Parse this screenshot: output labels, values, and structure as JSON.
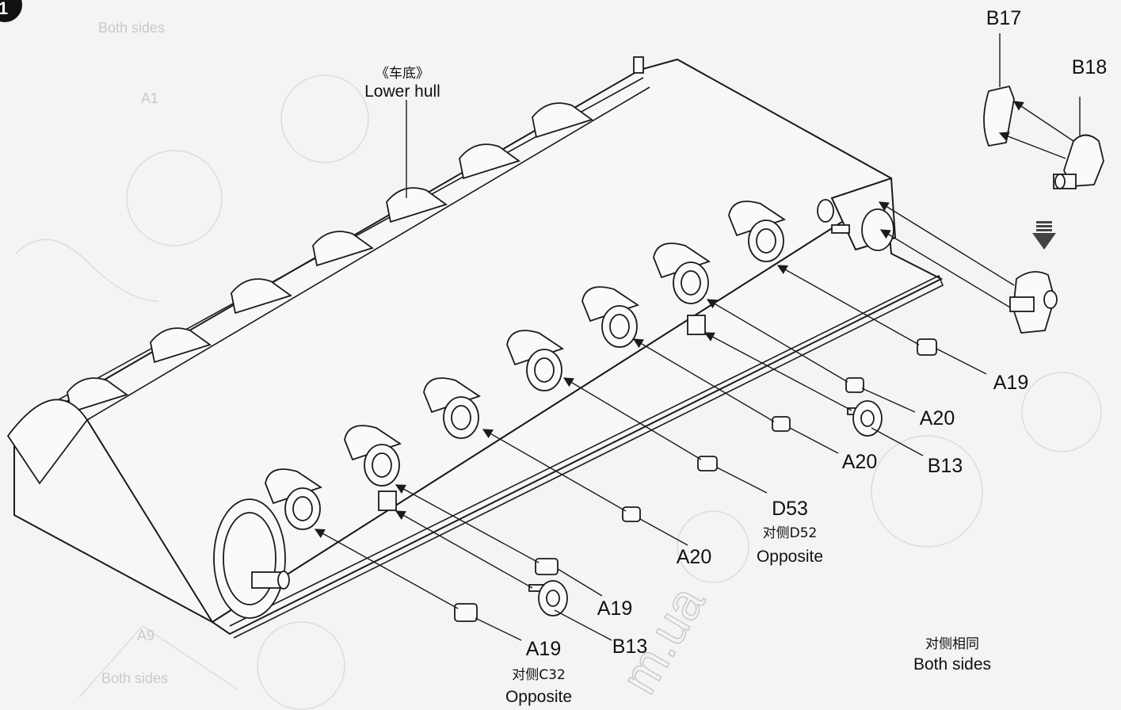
{
  "step": {
    "number": "1"
  },
  "hull": {
    "cn": "《车底》",
    "en": "Lower hull"
  },
  "labels": {
    "b17": "B17",
    "b18": "B18",
    "a19_right": "A19",
    "a20_1": "A20",
    "a20_2": "A20",
    "b13_right": "B13",
    "d53": "D53",
    "d52_cn": "对侧D52",
    "d52_en": "Opposite",
    "a20_3": "A20",
    "a19_mid": "A19",
    "b13_left": "B13",
    "a19_left": "A19",
    "c32_cn": "对侧C32",
    "c32_en": "Opposite",
    "both_cn": "对侧相同",
    "both_en": "Both sides"
  },
  "watermark": "m.ua",
  "icons": {
    "assembly_arrow": "down-arrow-icon",
    "step_badge": "step-number-badge"
  },
  "colors": {
    "line": "#1b1b1b",
    "background": "#f4f4f4",
    "ghost": "#c9c9c9"
  }
}
